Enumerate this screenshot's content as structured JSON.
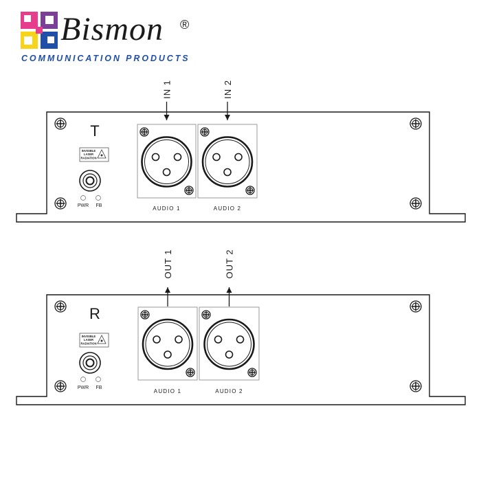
{
  "brand": {
    "name": "Bismon",
    "registered": "®",
    "tagline": "COMMUNICATION PRODUCTS",
    "colors": [
      "#e63d8c",
      "#f7d417",
      "#1f4fa8",
      "#7b3f98"
    ]
  },
  "panels": [
    {
      "letter": "T",
      "arrow_direction": "in",
      "ports": [
        {
          "signal": "IN 1",
          "name": "AUDIO 1"
        },
        {
          "signal": "IN 2",
          "name": "AUDIO 2"
        }
      ],
      "laser_warning": [
        "INVISIBLE",
        "LASER",
        "RADIATION"
      ],
      "leds": [
        "PWR",
        "FB"
      ]
    },
    {
      "letter": "R",
      "arrow_direction": "out",
      "ports": [
        {
          "signal": "OUT 1",
          "name": "AUDIO 1"
        },
        {
          "signal": "OUT 2",
          "name": "AUDIO 2"
        }
      ],
      "laser_warning": [
        "INVISIBLE",
        "LASER",
        "RADIATION"
      ],
      "leds": [
        "PWR",
        "FB"
      ]
    }
  ]
}
